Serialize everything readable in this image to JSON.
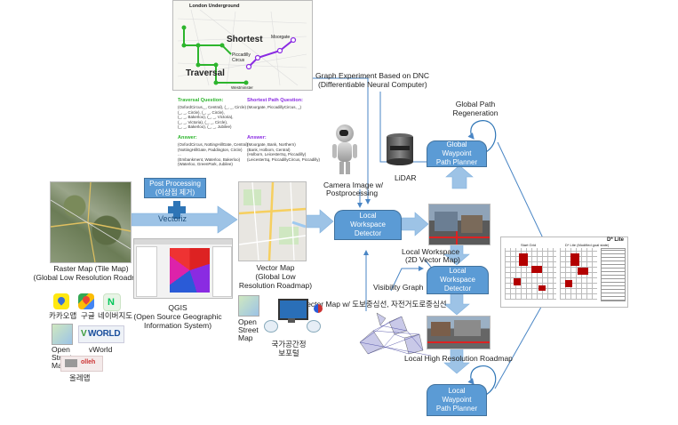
{
  "london": {
    "title": "London Underground",
    "shortest": "Shortest",
    "traversal": "Traversal",
    "stations": {
      "moorgate": "Moorgate",
      "piccadilly": "Piccadilly Circus",
      "westminster": "Westminster"
    }
  },
  "dnc": {
    "line1": "Graph Experiment Based on DNC",
    "line2": "(Differentiable Neural Computer)"
  },
  "questions": {
    "traversal_q_title": "Traversal Question:",
    "traversal_q_lines": [
      "(OxfordCircus,_, Central), (_, _, Circle)",
      "(_, _, Circle), (_, _, Circle),",
      "(_, _, Bakerloo), (_, _, Victoria),",
      "(_, _, Victoria), (_, _, Circle),",
      "(_, _, Bakerloo), (_, _, Jubilee)"
    ],
    "shortest_q_title": "Shortest Path Question:",
    "shortest_q_lines": [
      "(Moorgate, PiccadillyCircus, _)"
    ],
    "traversal_a_title": "Answer:",
    "traversal_a_lines": [
      "(OxfordCircus, NottingHillGate, Central)",
      "(NottingHillGate, Paddington, Circle)",
      "...",
      "(Embankment, Waterloo, Bakerloo)",
      "(Waterloo, GreenPark, Jubilee)"
    ],
    "shortest_a_title": "Answer:",
    "shortest_a_lines": [
      "(Moorgate, Bank, Northern)",
      "(Bank, Holborn, Central)",
      "(Holborn, LeicesterSq, Piccadilly)",
      "(LeicesterSq, PiccadillyCircus, Piccadilly)"
    ]
  },
  "global_path": {
    "label_line1": "Global Path",
    "label_line2": "Regeneration",
    "box_line1": "Global",
    "box_line2": "Waypoint",
    "box_line3": "Path Planner"
  },
  "camera": {
    "line1": "Camera Image w/",
    "line2": "Postprocessing"
  },
  "lidar": "LiDAR",
  "post_processing": {
    "line1": "Post Processing",
    "line2": "(이상점 제거)"
  },
  "vectoriz": "Vectoriz",
  "raster": {
    "line1": "Raster Map (Tile Map)",
    "line2": "(Global Low Resolution Roadmap)"
  },
  "qgis": {
    "line1": "QGIS",
    "line2": "(Open Source Geographic",
    "line3": "Information System)"
  },
  "vector_map": {
    "line1": "Vector Map",
    "line2": "(Global Low",
    "line3": "Resolution Roadmap)"
  },
  "local_detector_top": {
    "line1": "Local",
    "line2": "Workspace",
    "line3": "Detector"
  },
  "local_workspace": {
    "line1": "Local Workspace",
    "line2": "(2D Vector Map)"
  },
  "local_detector_bottom": {
    "line1": "Local",
    "line2": "Workspace",
    "line3": "Detector"
  },
  "visibility_graph": "Visibility Graph",
  "vector_map_w": "Vector Map w/ 도보중심선, 자전거도로중심선",
  "providers": {
    "kakao": "카카오맵",
    "google": "구글",
    "naver": "네이버지도",
    "osm_line1": "Open",
    "osm_line2": "Street",
    "osm_line3": "Map",
    "vworld": "vWorld",
    "dlaem": "올레맵",
    "osm2_line1": "Open",
    "osm2_line2": "Street",
    "osm2_line3": "Map",
    "national_line1": "국가공간정",
    "national_line2": "보포털"
  },
  "high_res": "Local High Resolution Roadmap",
  "local_planner": {
    "line1": "Local",
    "line2": "Waypoint",
    "line3": "Path Planner"
  },
  "dstar": {
    "title": "D* Lite",
    "panel1": "Start Grid",
    "panel2": "D* Lite (Modified goal state)"
  },
  "colors": {
    "box_fill": "#5b9bd5",
    "arrow": "#9dc3e6",
    "line": "#4a86c5",
    "traversal_green": "#2db52d",
    "shortest_purple": "#8a2be2"
  }
}
